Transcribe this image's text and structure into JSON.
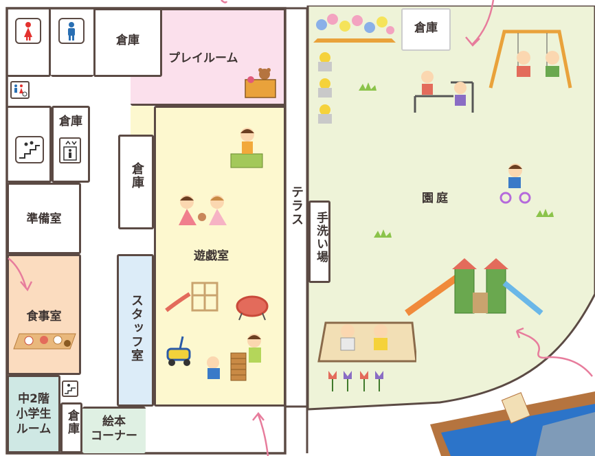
{
  "rooms": {
    "storage_top_left": "倉庫",
    "playroom": "プレイルーム",
    "storage_mid": "倉庫",
    "storage_center": "倉庫",
    "prep_room": "準備室",
    "dining": "食事室",
    "staff_room": "スタッフ室",
    "game_room": "遊戯室",
    "floor2_room": "中2階\n小学生\nルーム",
    "storage_bottom": "倉庫",
    "picture_book": "絵本\nコーナー",
    "terrace": "テラス",
    "handwash": "手洗い場",
    "storage_garden": "倉庫",
    "garden": "園庭"
  },
  "colors": {
    "wall": "#5b4a44",
    "playroom": "#fbe0ec",
    "game_room": "#fdf8cf",
    "dining": "#fbdcbf",
    "staff_room": "#dcecf8",
    "floor2_room": "#cfe8e4",
    "picture_book": "#dff0e3",
    "garden": "#eef3d8",
    "arrow": "#e77c9c",
    "female_icon": "#e3322f",
    "male_icon": "#2a6fb3"
  },
  "icons": [
    "female-toilet-icon",
    "male-toilet-icon",
    "multipurpose-toilet-icon",
    "stairs-icon",
    "elevator-icon"
  ]
}
